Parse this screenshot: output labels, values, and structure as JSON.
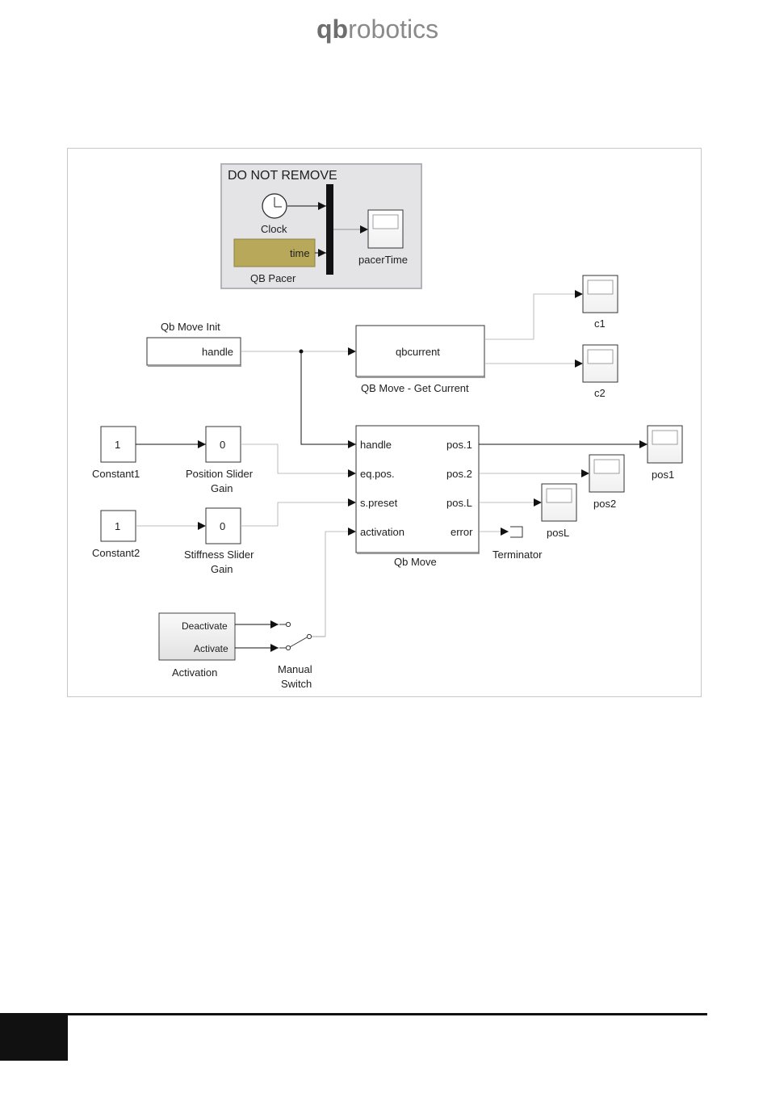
{
  "logo": {
    "part1": "qb",
    "part2": "robotics"
  },
  "diagram": {
    "pacer_group_label": "DO NOT REMOVE",
    "clock_label": "Clock",
    "qb_pacer_block": "time",
    "qb_pacer_label": "QB Pacer",
    "pacer_scope_label": "pacerTime",
    "qb_move_init_title": "Qb Move Init",
    "qb_move_init_port": "handle",
    "get_current_block": "qbcurrent",
    "get_current_label": "QB Move - Get Current",
    "scope_c1": "c1",
    "scope_c2": "c2",
    "constant1_value": "1",
    "constant1_label": "Constant1",
    "constant2_value": "1",
    "constant2_label": "Constant2",
    "pos_gain_value": "0",
    "pos_gain_label_1": "Position Slider",
    "pos_gain_label_2": "Gain",
    "stiff_gain_value": "0",
    "stiff_gain_label_1": "Stiffness Slider",
    "stiff_gain_label_2": "Gain",
    "qb_move_inputs": [
      "handle",
      "eq.pos.",
      "s.preset",
      "activation"
    ],
    "qb_move_outputs": [
      "pos.1",
      "pos.2",
      "pos.L",
      "error"
    ],
    "qb_move_label": "Qb Move",
    "terminator_label": "Terminator",
    "scope_pos1": "pos1",
    "scope_pos2": "pos2",
    "scope_posL": "posL",
    "activation_deactivate": "Deactivate",
    "activation_activate": "Activate",
    "activation_label": "Activation",
    "manual_switch_label_1": "Manual",
    "manual_switch_label_2": "Switch"
  },
  "colors": {
    "pacer_block": "#b8a95a",
    "pacer_group_bg": "#e4e4e6",
    "frame_border": "#c8c8c8"
  }
}
